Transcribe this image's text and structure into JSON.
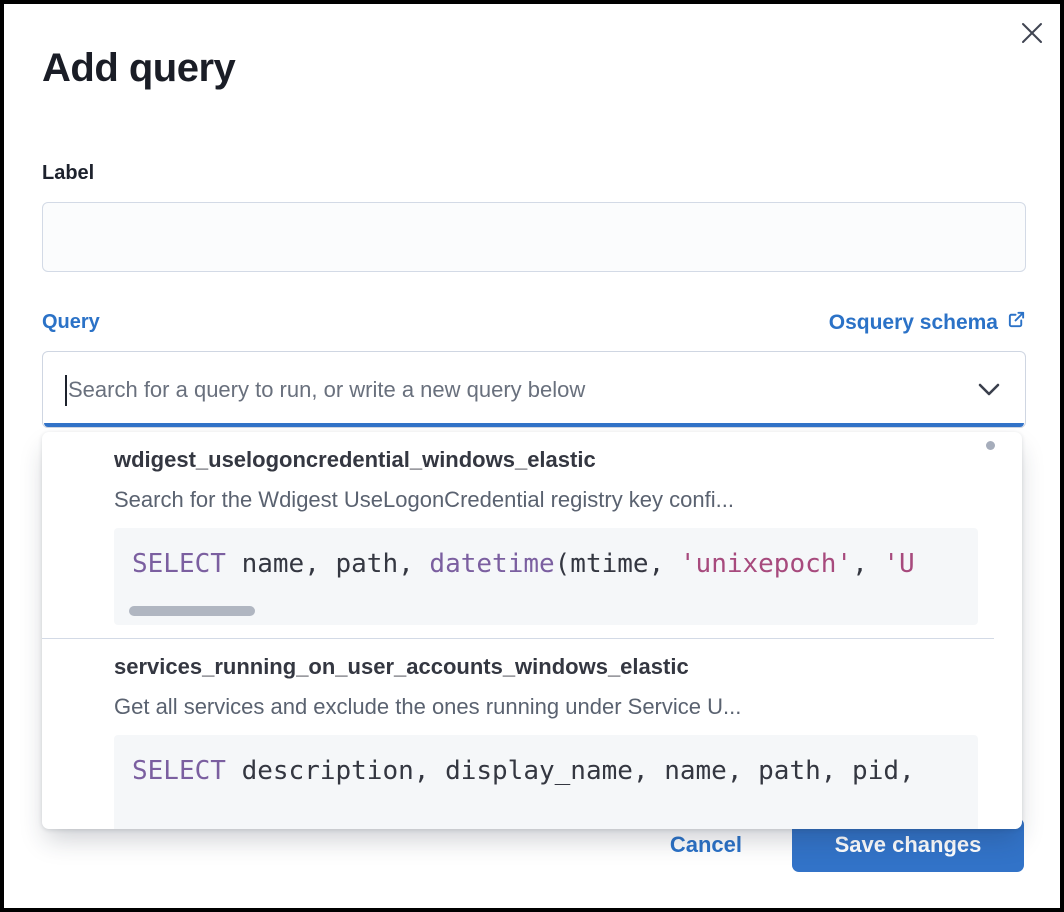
{
  "modal": {
    "title": "Add query"
  },
  "form": {
    "label_field": {
      "label": "Label",
      "value": "",
      "placeholder": ""
    },
    "query": {
      "label": "Query",
      "schema_link": "Osquery schema",
      "combobox_value": "",
      "placeholder": "Search for a query to run, or write a new query below"
    }
  },
  "dropdown": {
    "options": [
      {
        "title": "wdigest_uselogoncredential_windows_elastic",
        "description": "Search for the Wdigest UseLogonCredential registry key confi...",
        "code": [
          {
            "type": "keyword",
            "text": "SELECT"
          },
          {
            "type": "plain",
            "text": " name, path, "
          },
          {
            "type": "keyword",
            "text": "datetime"
          },
          {
            "type": "plain",
            "text": "(mtime, "
          },
          {
            "type": "string",
            "text": "'unixepoch'"
          },
          {
            "type": "plain",
            "text": ", "
          },
          {
            "type": "string",
            "text": "'U"
          }
        ]
      },
      {
        "title": "services_running_on_user_accounts_windows_elastic",
        "description": "Get all services and exclude the ones running under Service U...",
        "code": [
          {
            "type": "keyword",
            "text": "SELECT"
          },
          {
            "type": "plain",
            "text": " description, display_name, name, path, pid,"
          }
        ]
      }
    ]
  },
  "footer": {
    "cancel_label": "Cancel",
    "save_label": "Save changes"
  },
  "icons": {
    "close": "close-icon",
    "external_link": "external-link-icon",
    "chevron": "chevron-down-icon"
  },
  "colors": {
    "accent_blue": "#3273c8",
    "link_blue": "#2b72c7",
    "text_dark": "#343741",
    "text_gray": "#5a6270",
    "border_gray": "#d3dae6",
    "code_bg": "#f5f7f9",
    "code_keyword": "#7b5fa0",
    "code_string": "#a74a7d",
    "input_bg": "#fbfcfd"
  }
}
